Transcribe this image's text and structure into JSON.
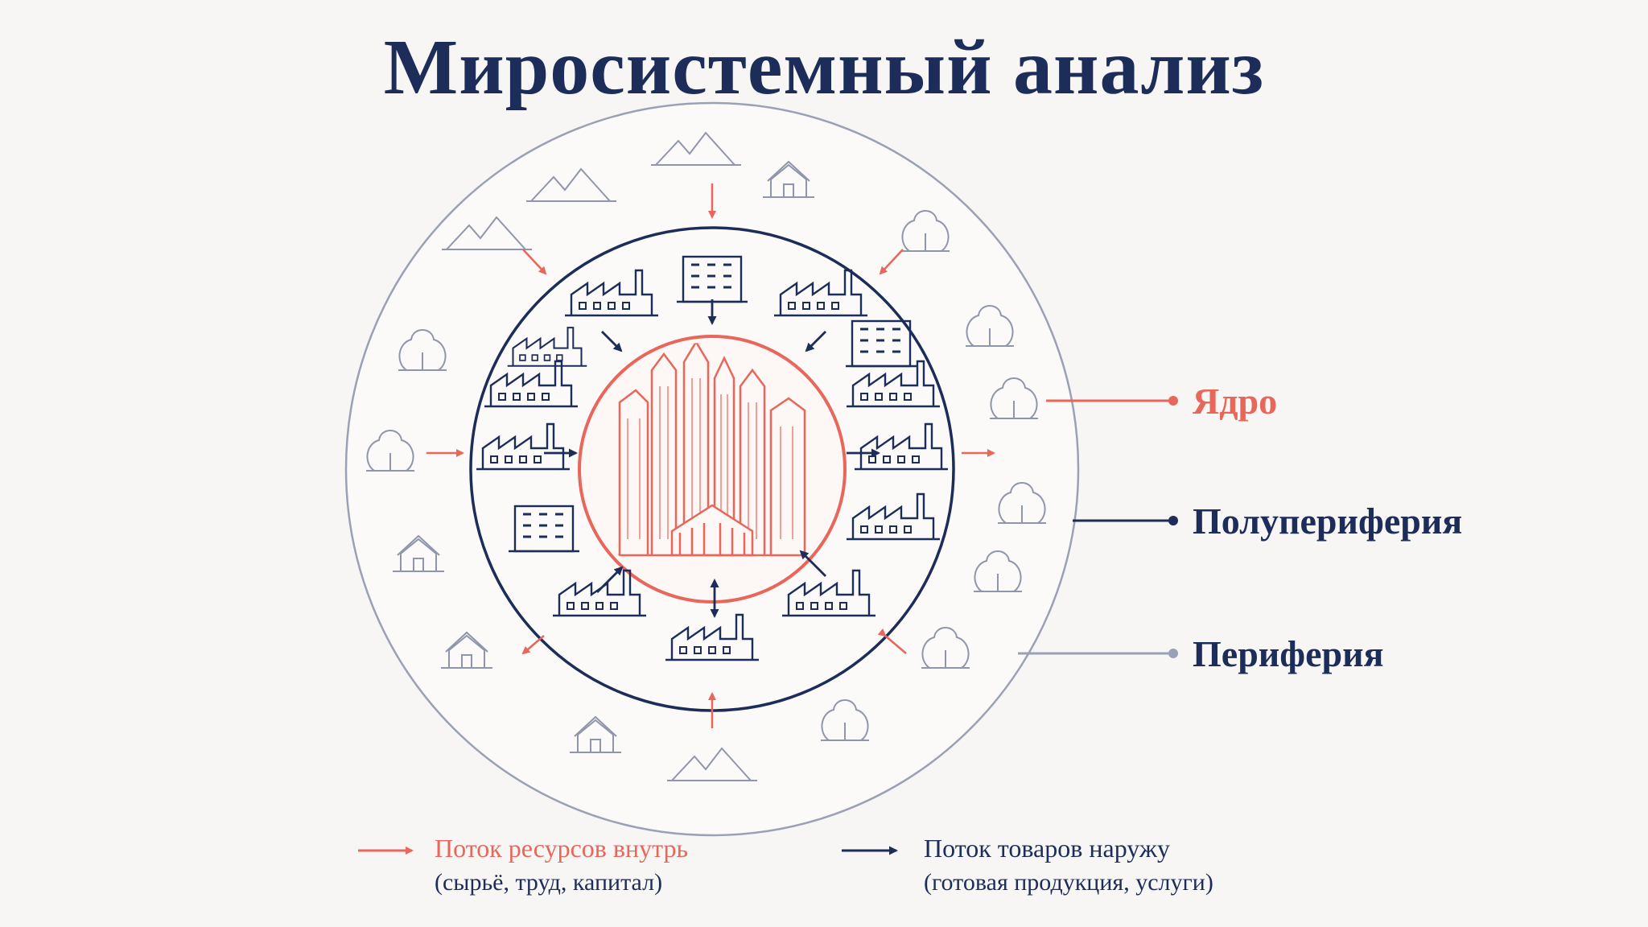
{
  "title": "Миросистемный анализ",
  "zones": {
    "core": {
      "label": "Ядро",
      "color": "#e8675a"
    },
    "semi_periphery": {
      "label": "Полупериферия",
      "color": "#1d2d5a"
    },
    "periphery": {
      "label": "Периферия",
      "color": "#1d2d5a"
    }
  },
  "legend": {
    "inflow": {
      "label": "Поток ресурсов внутрь",
      "sub": "(сырьё, труд, капитал)",
      "color": "#e8675a"
    },
    "outflow": {
      "label": "Поток товаров наружу",
      "sub": "(готовая продукция, услуги)",
      "color": "#1d2d5a"
    }
  },
  "colors": {
    "navy": "#1d2d5a",
    "coral": "#e8675a",
    "grey": "#9aa1b4"
  }
}
